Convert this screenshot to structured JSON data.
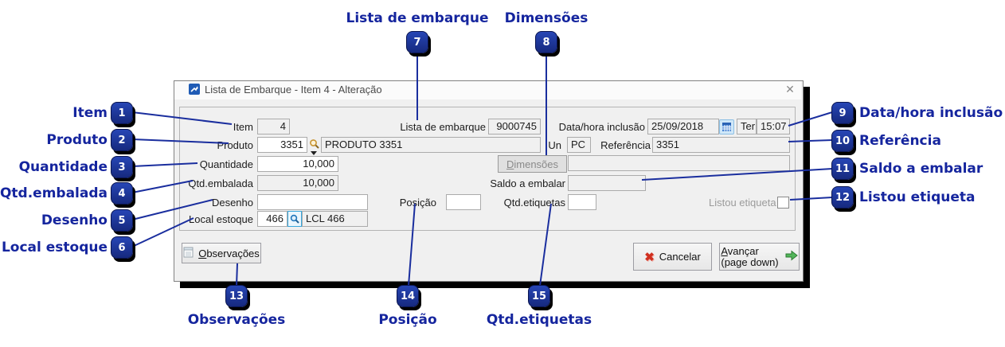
{
  "colors": {
    "callout_blue": "#15259e",
    "callout_shadow": "#000000",
    "dialog_bg": "#f0f0f0",
    "field_border": "#ababab",
    "editable_bg": "#ffffff",
    "cancel_red": "#d03020",
    "advance_green": "#52b65a",
    "search_gold": "#c89432",
    "calendar_blue": "#3a78c8"
  },
  "window": {
    "title": "Lista de Embarque - Item 4 - Alteração",
    "close": "✕"
  },
  "fields": {
    "item": {
      "label": "Item",
      "value": "4"
    },
    "lista_embarque": {
      "label": "Lista de embarque",
      "value": "9000745"
    },
    "data_hora": {
      "label": "Data/hora inclusão",
      "date": "25/09/2018",
      "weekday": "Ter",
      "time": "15:07"
    },
    "produto": {
      "label": "Produto",
      "code": "3351",
      "descricao": "PRODUTO 3351"
    },
    "un": {
      "label": "Un",
      "value": "PC"
    },
    "referencia": {
      "label": "Referência",
      "value": "3351"
    },
    "quantidade": {
      "label": "Quantidade",
      "value": "10,000"
    },
    "dimensoes": {
      "button_label": "Dimensões",
      "value": ""
    },
    "qtd_embalada": {
      "label": "Qtd.embalada",
      "value": "10,000"
    },
    "saldo_embalar": {
      "label": "Saldo a embalar",
      "value": ""
    },
    "desenho": {
      "label": "Desenho",
      "value": ""
    },
    "posicao": {
      "label": "Posição",
      "value": ""
    },
    "qtd_etiquetas": {
      "label": "Qtd.etiquetas",
      "value": ""
    },
    "listou_etiqueta": {
      "label": "Listou etiqueta",
      "checked": false
    },
    "local_estoque": {
      "label": "Local estoque",
      "code": "466",
      "descricao": "LCL 466"
    }
  },
  "buttons": {
    "observacoes": "Observações",
    "cancelar": "Cancelar",
    "avancar_line1": "Avançar",
    "avancar_line2": "(page down)"
  },
  "callouts": [
    {
      "num": "1",
      "label": "Item"
    },
    {
      "num": "2",
      "label": "Produto"
    },
    {
      "num": "3",
      "label": "Quantidade"
    },
    {
      "num": "4",
      "label": "Qtd.embalada"
    },
    {
      "num": "5",
      "label": "Desenho"
    },
    {
      "num": "6",
      "label": "Local estoque"
    },
    {
      "num": "7",
      "label": "Lista de embarque"
    },
    {
      "num": "8",
      "label": "Dimensões"
    },
    {
      "num": "9",
      "label": "Data/hora inclusão"
    },
    {
      "num": "10",
      "label": "Referência"
    },
    {
      "num": "11",
      "label": "Saldo a embalar"
    },
    {
      "num": "12",
      "label": "Listou etiqueta"
    },
    {
      "num": "13",
      "label": "Observações"
    },
    {
      "num": "14",
      "label": "Posição"
    },
    {
      "num": "15",
      "label": "Qtd.etiquetas"
    }
  ]
}
